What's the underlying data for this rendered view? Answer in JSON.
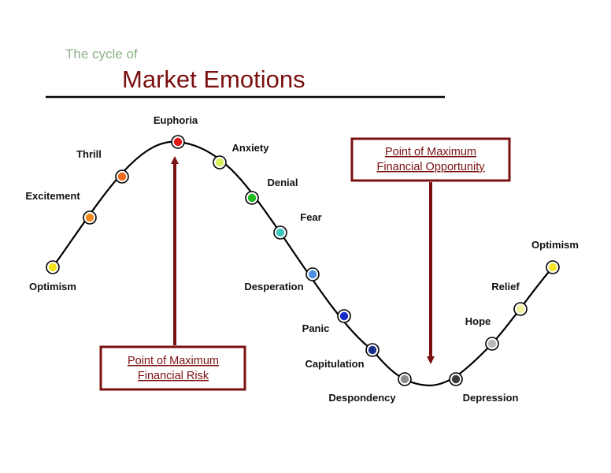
{
  "header": {
    "pre_title": "The cycle of",
    "title": "Market Emotions"
  },
  "colors": {
    "title": "#7b1010",
    "pre_title": "#8fb08a",
    "accent": "#7b1010",
    "curve": "#000000"
  },
  "stages": [
    {
      "label": "Optimism",
      "color": "#f2e21a"
    },
    {
      "label": "Excitement",
      "color": "#f08a1e"
    },
    {
      "label": "Thrill",
      "color": "#f06a1a"
    },
    {
      "label": "Euphoria",
      "color": "#e01818"
    },
    {
      "label": "Anxiety",
      "color": "#d6f05a"
    },
    {
      "label": "Denial",
      "color": "#22bb22"
    },
    {
      "label": "Fear",
      "color": "#3ec6c2"
    },
    {
      "label": "Desperation",
      "color": "#4a90e2"
    },
    {
      "label": "Panic",
      "color": "#1a2ac8"
    },
    {
      "label": "Capitulation",
      "color": "#1a2f8a"
    },
    {
      "label": "Despondency",
      "color": "#8c8c8c"
    },
    {
      "label": "Depression",
      "color": "#3a3a3a"
    },
    {
      "label": "Hope",
      "color": "#b8b8b8"
    },
    {
      "label": "Relief",
      "color": "#f5f0a0"
    },
    {
      "label": "Optimism",
      "color": "#f5e42a"
    }
  ],
  "callouts": {
    "risk": {
      "line1": "Point of Maximum",
      "line2": "Financial Risk"
    },
    "opportunity": {
      "line1": "Point of Maximum",
      "line2": "Financial Opportunity"
    }
  }
}
